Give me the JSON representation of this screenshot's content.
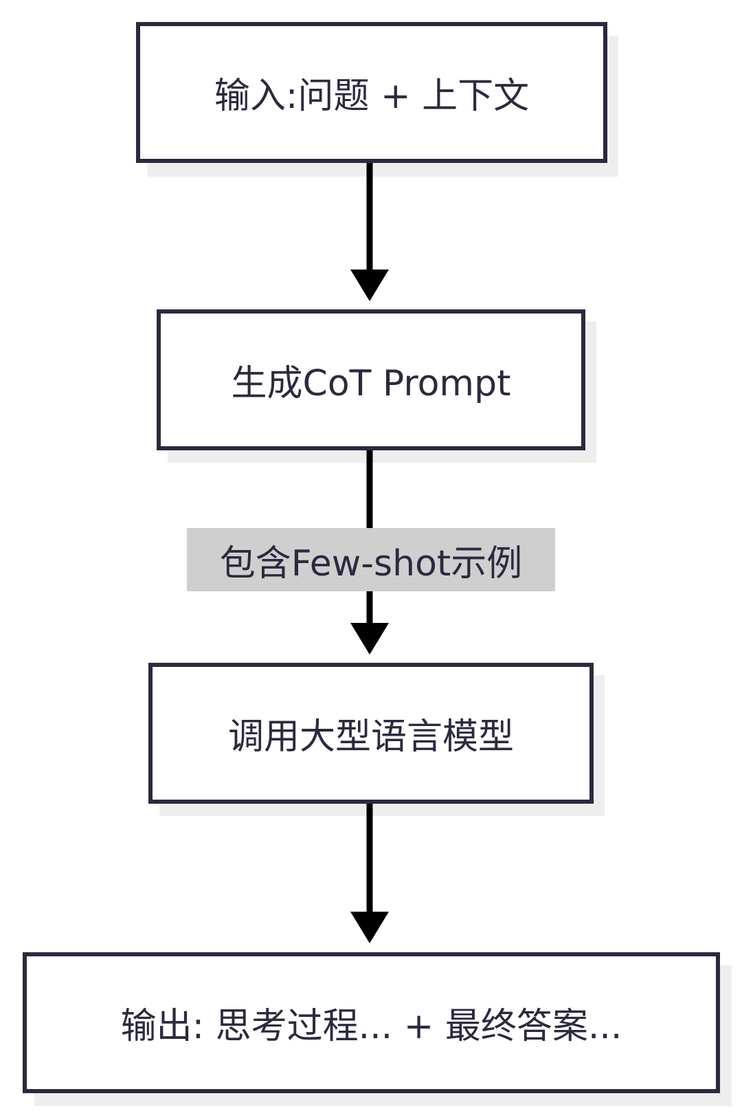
{
  "nodes": {
    "input": "输入:问题 + 上下文",
    "generate": "生成CoT Prompt",
    "call_model": "调用大型语言模型",
    "output": "输出: 思考过程... + 最终答案..."
  },
  "edges": {
    "generate_to_call_label": "包含Few-shot示例"
  },
  "colors": {
    "stroke": "#2a2a3f",
    "arrow": "#000000",
    "label_bg": "#cfcfcf",
    "shadow": "#eeeeee"
  }
}
